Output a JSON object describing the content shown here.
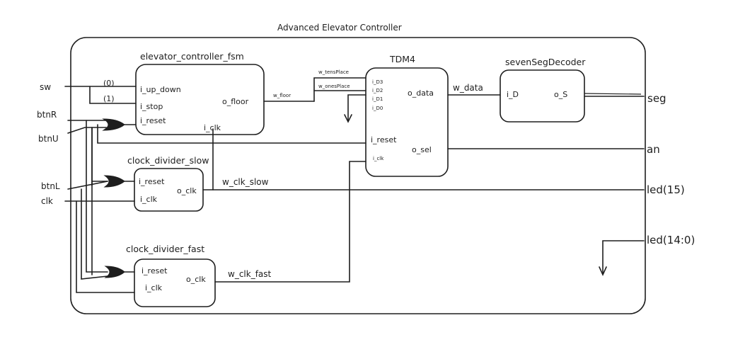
{
  "title": "Advanced Elevator Controller",
  "inputs": {
    "sw": "sw",
    "btnR": "btnR",
    "btnU": "btnU",
    "btnL": "btnL",
    "clk": "clk"
  },
  "outputs": {
    "seg": "seg",
    "an": "an",
    "led15": "led(15)",
    "led14_0": "led(14:0)"
  },
  "fsm": {
    "name": "elevator_controller_fsm",
    "i_up_down": "i_up_down",
    "i_stop": "i_stop",
    "i_reset": "i_reset",
    "i_clk": "i_clk",
    "o_floor": "o_floor",
    "sw0": "(0)",
    "sw1": "(1)"
  },
  "tdm": {
    "name": "TDM4",
    "i_D3": "i_D3",
    "i_D2": "i_D2",
    "i_D1": "i_D1",
    "i_D0": "i_D0",
    "o_data": "o_data",
    "i_reset": "i_reset",
    "o_sel": "o_sel",
    "i_clk": "i_clk"
  },
  "decoder": {
    "name": "sevenSegDecoder",
    "i_D": "i_D",
    "o_S": "o_S"
  },
  "clk_slow": {
    "name": "clock_divider_slow",
    "i_reset": "i_reset",
    "i_clk": "i_clk",
    "o_clk": "o_clk"
  },
  "clk_fast": {
    "name": "clock_divider_fast",
    "i_reset": "i_reset",
    "i_clk": "i_clk",
    "o_clk": "o_clk"
  },
  "wires": {
    "w_floor": "w_floor",
    "w_tensPlace": "w_tensPlace",
    "w_onesPlace": "w_onesPlace",
    "w_data": "w_data",
    "w_clk_slow": "w_clk_slow",
    "w_clk_fast": "w_clk_fast"
  }
}
